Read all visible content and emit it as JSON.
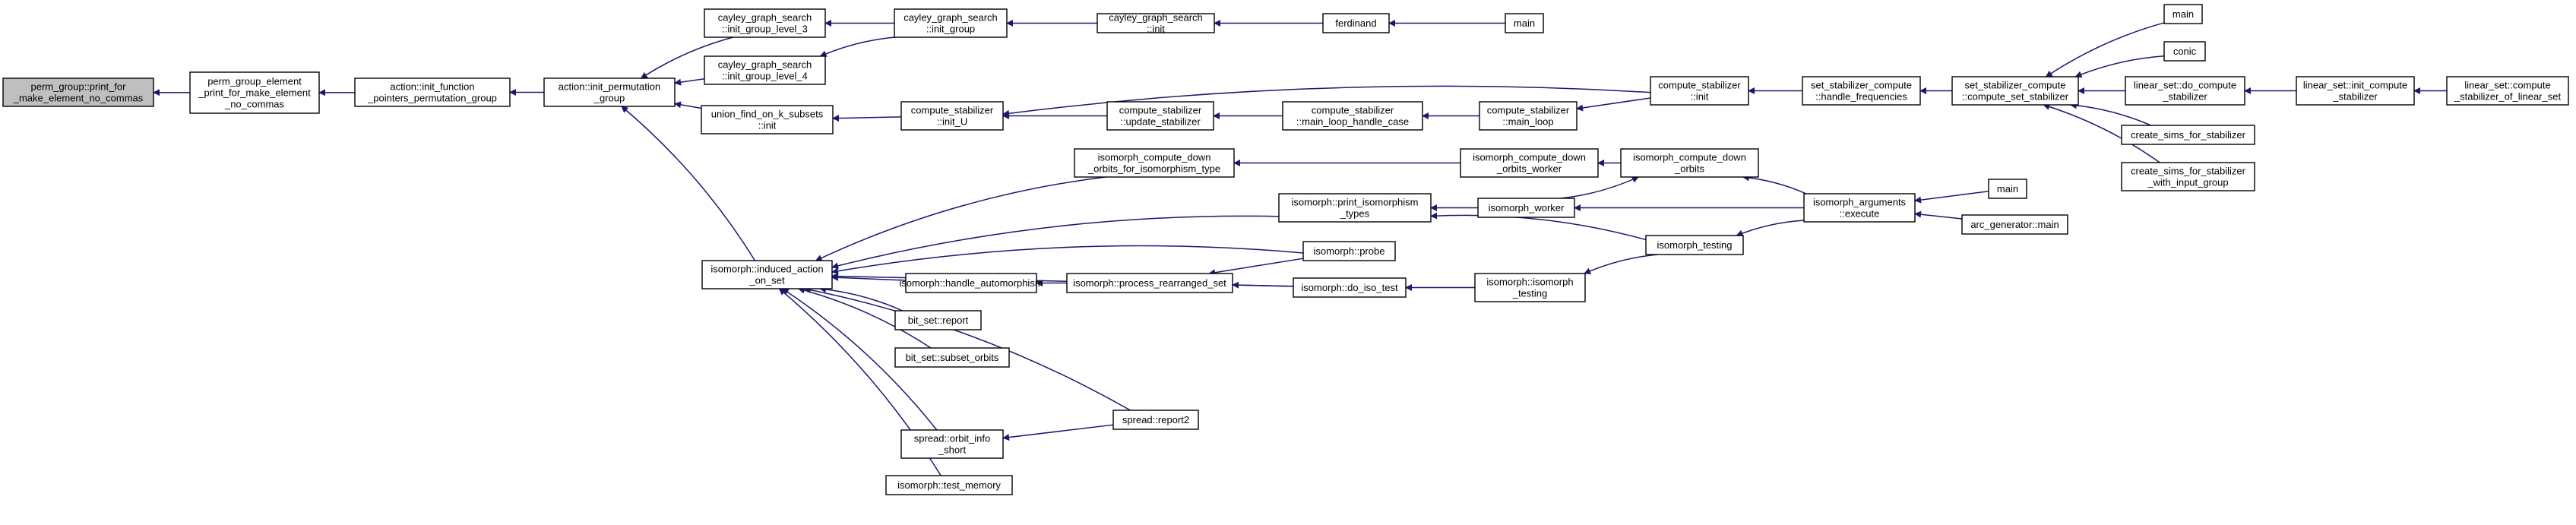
{
  "graph": {
    "edge_color": "#191970",
    "root_fill": "#bfbfbf",
    "nodes": [
      {
        "id": "root",
        "lines": [
          "perm_group::print_for",
          "_make_element_no_commas"
        ],
        "root": true
      },
      {
        "id": "pge",
        "lines": [
          "perm_group_element",
          "_print_for_make_element",
          "_no_commas"
        ]
      },
      {
        "id": "aif",
        "lines": [
          "action::init_function",
          "_pointers_permutation_group"
        ]
      },
      {
        "id": "aip",
        "lines": [
          "action::init_permutation",
          "_group"
        ]
      },
      {
        "id": "cgs3",
        "lines": [
          "cayley_graph_search",
          "::init_group_level_3"
        ]
      },
      {
        "id": "cgs4",
        "lines": [
          "cayley_graph_search",
          "::init_group_level_4"
        ]
      },
      {
        "id": "cgsig",
        "lines": [
          "cayley_graph_search",
          "::init_group"
        ]
      },
      {
        "id": "cgsi",
        "lines": [
          "cayley_graph_search",
          "::init"
        ]
      },
      {
        "id": "ferd",
        "lines": [
          "ferdinand"
        ]
      },
      {
        "id": "main1",
        "lines": [
          "main"
        ]
      },
      {
        "id": "ufk",
        "lines": [
          "union_find_on_k_subsets",
          "::init"
        ]
      },
      {
        "id": "csiu",
        "lines": [
          "compute_stabilizer",
          "::init_U"
        ]
      },
      {
        "id": "csus",
        "lines": [
          "compute_stabilizer",
          "::update_stabilizer"
        ]
      },
      {
        "id": "csmlh",
        "lines": [
          "compute_stabilizer",
          "::main_loop_handle_case"
        ]
      },
      {
        "id": "csml",
        "lines": [
          "compute_stabilizer",
          "::main_loop"
        ]
      },
      {
        "id": "csinit",
        "lines": [
          "compute_stabilizer",
          "::init"
        ]
      },
      {
        "id": "sschf",
        "lines": [
          "set_stabilizer_compute",
          "::handle_frequencies"
        ]
      },
      {
        "id": "sscss",
        "lines": [
          "set_stabilizer_compute",
          "::compute_set_stabilizer"
        ]
      },
      {
        "id": "main2",
        "lines": [
          "main"
        ]
      },
      {
        "id": "conic",
        "lines": [
          "conic"
        ]
      },
      {
        "id": "lsdc",
        "lines": [
          "linear_set::do_compute",
          "_stabilizer"
        ]
      },
      {
        "id": "lsic",
        "lines": [
          "linear_set::init_compute",
          "_stabilizer"
        ]
      },
      {
        "id": "lscs",
        "lines": [
          "linear_set::compute",
          "_stabilizer_of_linear_set"
        ]
      },
      {
        "id": "csfs",
        "lines": [
          "create_sims_for_stabilizer"
        ]
      },
      {
        "id": "csfswig",
        "lines": [
          "create_sims_for_stabilizer",
          "_with_input_group"
        ]
      },
      {
        "id": "ias",
        "lines": [
          "isomorph::induced_action",
          "_on_set"
        ]
      },
      {
        "id": "icdoi",
        "lines": [
          "isomorph_compute_down",
          "_orbits_for_isomorphism_type"
        ]
      },
      {
        "id": "icdow",
        "lines": [
          "isomorph_compute_down",
          "_orbits_worker"
        ]
      },
      {
        "id": "icdo",
        "lines": [
          "isomorph_compute_down",
          "_orbits"
        ]
      },
      {
        "id": "ipit",
        "lines": [
          "isomorph::print_isomorphism",
          "_types"
        ]
      },
      {
        "id": "iw",
        "lines": [
          "isomorph_worker"
        ]
      },
      {
        "id": "iae",
        "lines": [
          "isomorph_arguments",
          "::execute"
        ]
      },
      {
        "id": "main3",
        "lines": [
          "main"
        ]
      },
      {
        "id": "agm",
        "lines": [
          "arc_generator::main"
        ]
      },
      {
        "id": "itest",
        "lines": [
          "isomorph_testing"
        ]
      },
      {
        "id": "iprobe",
        "lines": [
          "isomorph::probe"
        ]
      },
      {
        "id": "iha",
        "lines": [
          "isomorph::handle_automorphism"
        ]
      },
      {
        "id": "iprs",
        "lines": [
          "isomorph::process_rearranged_set"
        ]
      },
      {
        "id": "idit",
        "lines": [
          "isomorph::do_iso_test"
        ]
      },
      {
        "id": "iit",
        "lines": [
          "isomorph::isomorph",
          "_testing"
        ]
      },
      {
        "id": "bsr",
        "lines": [
          "bit_set::report"
        ]
      },
      {
        "id": "bsso",
        "lines": [
          "bit_set::subset_orbits"
        ]
      },
      {
        "id": "sr2",
        "lines": [
          "spread::report2"
        ]
      },
      {
        "id": "sois",
        "lines": [
          "spread::orbit_info",
          "_short"
        ]
      },
      {
        "id": "itm",
        "lines": [
          "isomorph::test_memory"
        ]
      }
    ],
    "edges": [
      [
        "pge",
        "root"
      ],
      [
        "aif",
        "pge"
      ],
      [
        "aip",
        "aif"
      ],
      [
        "cgs3",
        "aip"
      ],
      [
        "cgs4",
        "aip"
      ],
      [
        "ufk",
        "aip"
      ],
      [
        "ias",
        "aip"
      ],
      [
        "cgsig",
        "cgs3"
      ],
      [
        "cgsig",
        "cgs4"
      ],
      [
        "cgsi",
        "cgsig"
      ],
      [
        "ferd",
        "cgsi"
      ],
      [
        "main1",
        "ferd"
      ],
      [
        "csiu",
        "ufk"
      ],
      [
        "csinit",
        "csiu"
      ],
      [
        "csus",
        "csiu"
      ],
      [
        "csmlh",
        "csus"
      ],
      [
        "csml",
        "csmlh"
      ],
      [
        "csinit",
        "csml"
      ],
      [
        "sschf",
        "csinit"
      ],
      [
        "sscss",
        "sschf"
      ],
      [
        "main2",
        "sscss"
      ],
      [
        "conic",
        "sscss"
      ],
      [
        "lsdc",
        "sscss"
      ],
      [
        "csfs",
        "sscss"
      ],
      [
        "csfswig",
        "sscss"
      ],
      [
        "lsic",
        "lsdc"
      ],
      [
        "lscs",
        "lsic"
      ],
      [
        "icdoi",
        "ias"
      ],
      [
        "ipit",
        "ias"
      ],
      [
        "iprobe",
        "ias"
      ],
      [
        "iha",
        "ias"
      ],
      [
        "bsr",
        "ias"
      ],
      [
        "bsso",
        "ias"
      ],
      [
        "sr2",
        "ias"
      ],
      [
        "sois",
        "ias"
      ],
      [
        "itm",
        "ias"
      ],
      [
        "idit",
        "ias"
      ],
      [
        "icdow",
        "icdoi"
      ],
      [
        "icdo",
        "icdow"
      ],
      [
        "iae",
        "icdo"
      ],
      [
        "iw",
        "icdo"
      ],
      [
        "iw",
        "ipit"
      ],
      [
        "itest",
        "ipit"
      ],
      [
        "iae",
        "iw"
      ],
      [
        "iae",
        "itest"
      ],
      [
        "main3",
        "iae"
      ],
      [
        "agm",
        "iae"
      ],
      [
        "iprs",
        "iha"
      ],
      [
        "iprobe",
        "iprs"
      ],
      [
        "idit",
        "iprs"
      ],
      [
        "iit",
        "idit"
      ],
      [
        "itest",
        "iit"
      ],
      [
        "sr2",
        "sois"
      ]
    ]
  }
}
